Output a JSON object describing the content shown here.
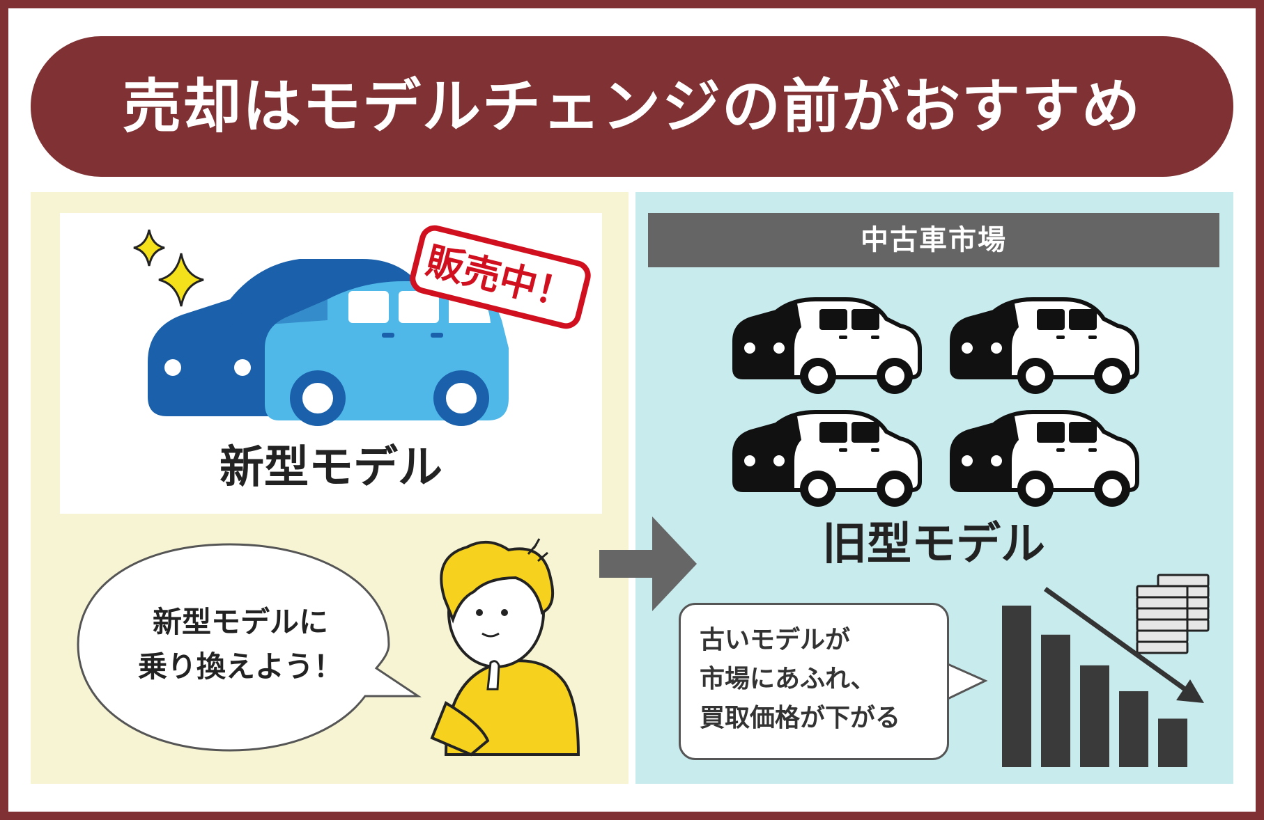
{
  "title": "売却はモデルチェンジの前がおすすめ",
  "left": {
    "stamp_text": "販売中！",
    "new_model_label": "新型モデル",
    "speech_line1": "新型モデルに",
    "speech_line2": "乗り換えよう！"
  },
  "right": {
    "market_header": "中古車市場",
    "old_model_label": "旧型モデル",
    "callout_line1": "古いモデルが",
    "callout_line2": "市場にあふれ、",
    "callout_line3": "買取価格が下がる"
  },
  "colors": {
    "frame": "#7f3133",
    "left_bg": "#f7f4d3",
    "right_bg": "#c8ebee",
    "new_car_dark": "#1a60ab",
    "new_car_light": "#4fb8e8",
    "stamp_red": "#d0101e",
    "sparkle": "#f5e11b",
    "person_yellow": "#f6d21e",
    "bars": "#3a3a3a"
  },
  "bar_levels": [
    1.0,
    0.82,
    0.63,
    0.47,
    0.3
  ]
}
